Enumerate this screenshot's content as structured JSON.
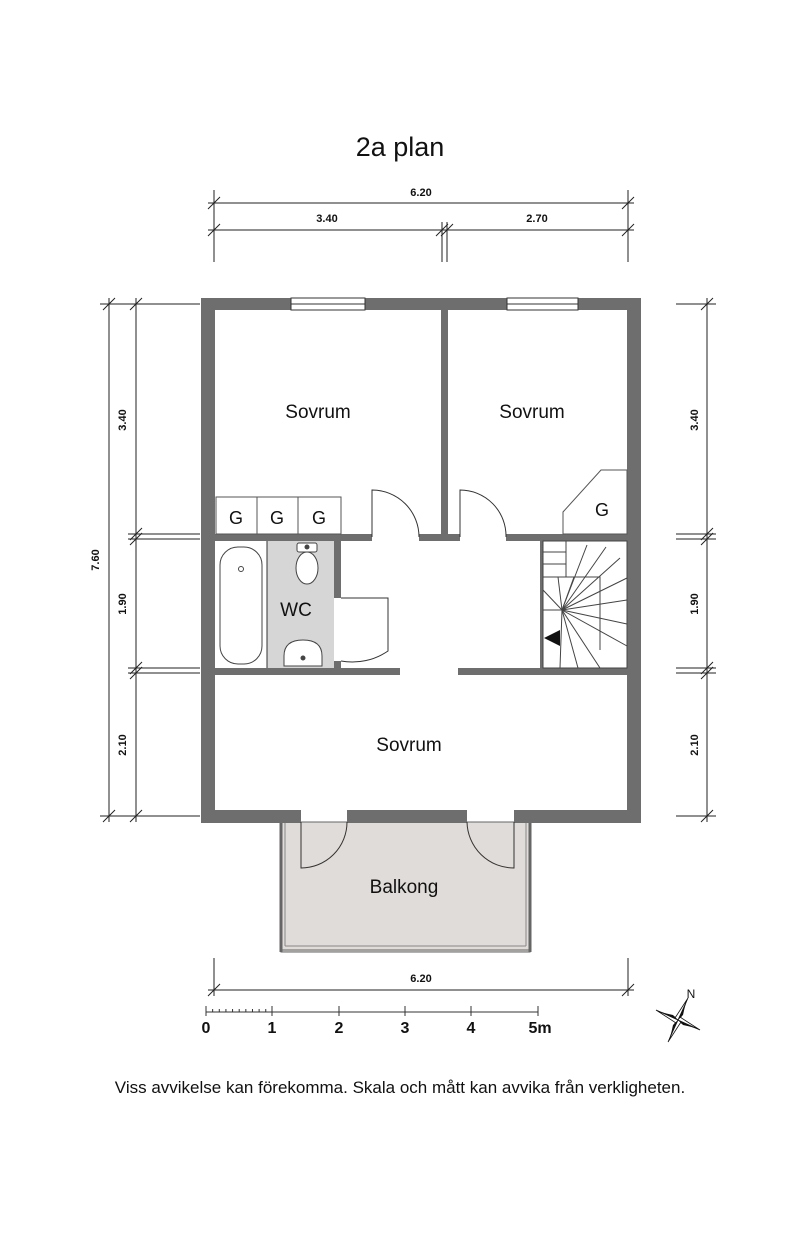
{
  "title": "2a plan",
  "rooms": {
    "bedroom_top_left": "Sovrum",
    "bedroom_top_right": "Sovrum",
    "bedroom_bottom": "Sovrum",
    "bathroom": "WC",
    "balcony": "Balkong"
  },
  "wardrobes": {
    "g1": "G",
    "g2": "G",
    "g3": "G",
    "g4": "G"
  },
  "dimensions": {
    "top_total": "6.20",
    "top_left": "3.40",
    "top_right": "2.70",
    "left_total": "7.60",
    "left_top": "3.40",
    "left_mid": "1.90",
    "left_bottom": "2.10",
    "right_top": "3.40",
    "right_mid": "1.90",
    "right_bottom": "2.10",
    "bottom_total": "6.20"
  },
  "scale_bar": {
    "labels": [
      "0",
      "1",
      "2",
      "3",
      "4",
      "5m"
    ]
  },
  "compass": {
    "north_label": "N"
  },
  "colors": {
    "wall": "#6e6e6e",
    "bath_floor": "#d6d6d6",
    "balcony_floor": "#e0dcd9"
  },
  "disclaimer": "Viss avvikelse kan förekomma. Skala och mått kan avvika från verkligheten."
}
